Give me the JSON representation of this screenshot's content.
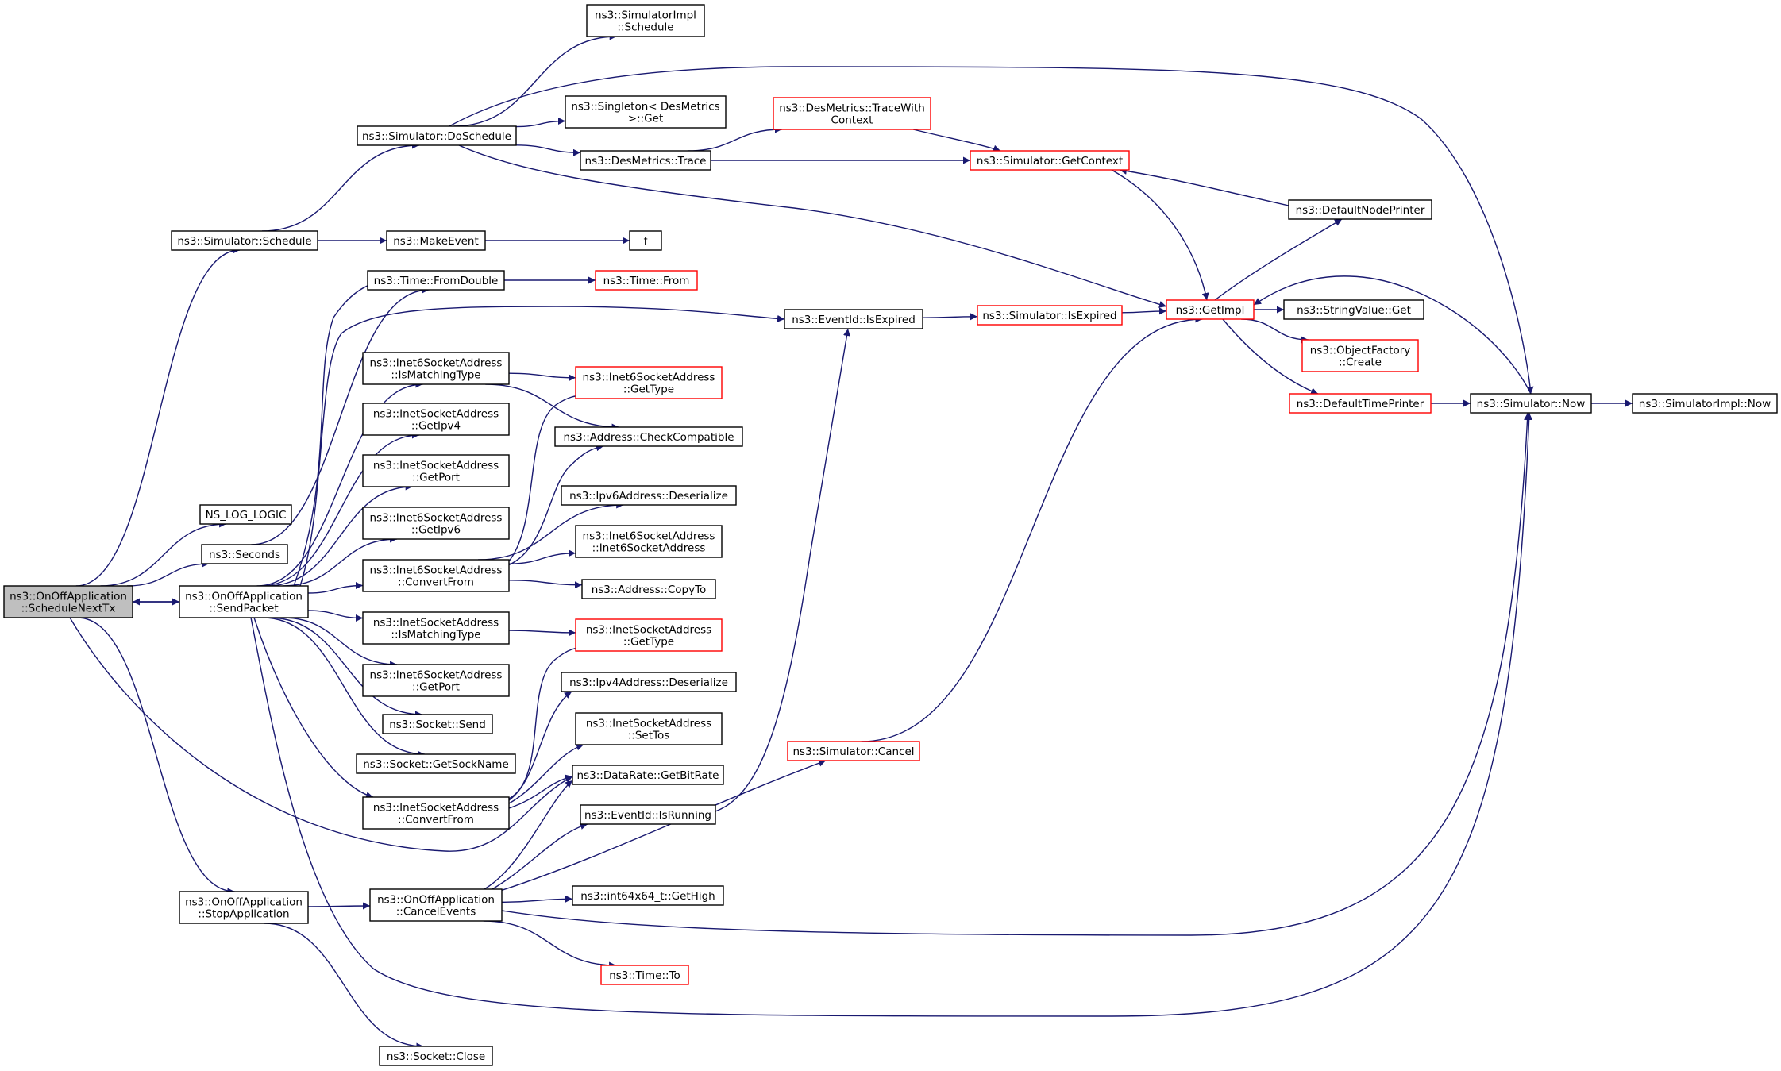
{
  "colors": {
    "edge": "#191970",
    "border": "#000000",
    "border_red": "#ff0000",
    "root_fill": "#bfbfbf",
    "fill": "#ffffff"
  },
  "nodes": [
    {
      "id": "scheduleNextTx",
      "lines": [
        "ns3::OnOffApplication",
        "::ScheduleNextTx"
      ],
      "style": "root"
    },
    {
      "id": "simSchedule",
      "lines": [
        "ns3::Simulator::Schedule"
      ],
      "style": "normal"
    },
    {
      "id": "nsLogLogic",
      "lines": [
        "NS_LOG_LOGIC"
      ],
      "style": "normal"
    },
    {
      "id": "seconds",
      "lines": [
        "ns3::Seconds"
      ],
      "style": "normal"
    },
    {
      "id": "sendPacket",
      "lines": [
        "ns3::OnOffApplication",
        "::SendPacket"
      ],
      "style": "normal"
    },
    {
      "id": "stopApp",
      "lines": [
        "ns3::OnOffApplication",
        "::StopApplication"
      ],
      "style": "normal"
    },
    {
      "id": "doSchedule",
      "lines": [
        "ns3::Simulator::DoSchedule"
      ],
      "style": "normal"
    },
    {
      "id": "makeEvent",
      "lines": [
        "ns3::MakeEvent"
      ],
      "style": "normal"
    },
    {
      "id": "timeFromDouble",
      "lines": [
        "ns3::Time::FromDouble"
      ],
      "style": "normal"
    },
    {
      "id": "i6IsMatching",
      "lines": [
        "ns3::Inet6SocketAddress",
        "::IsMatchingType"
      ],
      "style": "normal"
    },
    {
      "id": "iGetIpv4",
      "lines": [
        "ns3::InetSocketAddress",
        "::GetIpv4"
      ],
      "style": "normal"
    },
    {
      "id": "iGetPort",
      "lines": [
        "ns3::InetSocketAddress",
        "::GetPort"
      ],
      "style": "normal"
    },
    {
      "id": "i6GetIpv6",
      "lines": [
        "ns3::Inet6SocketAddress",
        "::GetIpv6"
      ],
      "style": "normal"
    },
    {
      "id": "i6ConvertFrom",
      "lines": [
        "ns3::Inet6SocketAddress",
        "::ConvertFrom"
      ],
      "style": "normal"
    },
    {
      "id": "iIsMatching",
      "lines": [
        "ns3::InetSocketAddress",
        "::IsMatchingType"
      ],
      "style": "normal"
    },
    {
      "id": "i6GetPort",
      "lines": [
        "ns3::Inet6SocketAddress",
        "::GetPort"
      ],
      "style": "normal"
    },
    {
      "id": "socketSend",
      "lines": [
        "ns3::Socket::Send"
      ],
      "style": "normal"
    },
    {
      "id": "getSockName",
      "lines": [
        "ns3::Socket::GetSockName"
      ],
      "style": "normal"
    },
    {
      "id": "iConvertFrom",
      "lines": [
        "ns3::InetSocketAddress",
        "::ConvertFrom"
      ],
      "style": "normal"
    },
    {
      "id": "cancelEvents",
      "lines": [
        "ns3::OnOffApplication",
        "::CancelEvents"
      ],
      "style": "normal"
    },
    {
      "id": "socketClose",
      "lines": [
        "ns3::Socket::Close"
      ],
      "style": "normal"
    },
    {
      "id": "simImplSchedule",
      "lines": [
        "ns3::SimulatorImpl",
        "::Schedule"
      ],
      "style": "normal"
    },
    {
      "id": "singletonGet",
      "lines": [
        "ns3::Singleton< DesMetrics",
        ">::Get"
      ],
      "style": "normal"
    },
    {
      "id": "desTrace",
      "lines": [
        "ns3::DesMetrics::Trace"
      ],
      "style": "normal"
    },
    {
      "id": "f",
      "lines": [
        "f"
      ],
      "style": "normal"
    },
    {
      "id": "timeFrom",
      "lines": [
        "ns3::Time::From"
      ],
      "style": "red"
    },
    {
      "id": "eventIsExpired",
      "lines": [
        "ns3::EventId::IsExpired"
      ],
      "style": "normal"
    },
    {
      "id": "i6GetType",
      "lines": [
        "ns3::Inet6SocketAddress",
        "::GetType"
      ],
      "style": "red"
    },
    {
      "id": "checkCompatible",
      "lines": [
        "ns3::Address::CheckCompatible"
      ],
      "style": "normal"
    },
    {
      "id": "ipv6Deserialize",
      "lines": [
        "ns3::Ipv6Address::Deserialize"
      ],
      "style": "normal"
    },
    {
      "id": "i6Ctor",
      "lines": [
        "ns3::Inet6SocketAddress",
        "::Inet6SocketAddress"
      ],
      "style": "normal"
    },
    {
      "id": "copyTo",
      "lines": [
        "ns3::Address::CopyTo"
      ],
      "style": "normal"
    },
    {
      "id": "iGetType",
      "lines": [
        "ns3::InetSocketAddress",
        "::GetType"
      ],
      "style": "red"
    },
    {
      "id": "ipv4Deserialize",
      "lines": [
        "ns3::Ipv4Address::Deserialize"
      ],
      "style": "normal"
    },
    {
      "id": "iSetTos",
      "lines": [
        "ns3::InetSocketAddress",
        "::SetTos"
      ],
      "style": "normal"
    },
    {
      "id": "getBitRate",
      "lines": [
        "ns3::DataRate::GetBitRate"
      ],
      "style": "normal"
    },
    {
      "id": "eventIsRunning",
      "lines": [
        "ns3::EventId::IsRunning"
      ],
      "style": "normal"
    },
    {
      "id": "getHigh",
      "lines": [
        "ns3::int64x64_t::GetHigh"
      ],
      "style": "normal"
    },
    {
      "id": "timeTo",
      "lines": [
        "ns3::Time::To"
      ],
      "style": "red"
    },
    {
      "id": "traceWithContext",
      "lines": [
        "ns3::DesMetrics::TraceWith",
        "Context"
      ],
      "style": "red"
    },
    {
      "id": "getContext",
      "lines": [
        "ns3::Simulator::GetContext"
      ],
      "style": "red"
    },
    {
      "id": "simIsExpired",
      "lines": [
        "ns3::Simulator::IsExpired"
      ],
      "style": "red"
    },
    {
      "id": "simCancel",
      "lines": [
        "ns3::Simulator::Cancel"
      ],
      "style": "red"
    },
    {
      "id": "getImpl",
      "lines": [
        "ns3::GetImpl"
      ],
      "style": "red"
    },
    {
      "id": "defaultNodePrinter",
      "lines": [
        "ns3::DefaultNodePrinter"
      ],
      "style": "normal"
    },
    {
      "id": "stringValueGet",
      "lines": [
        "ns3::StringValue::Get"
      ],
      "style": "normal"
    },
    {
      "id": "objectFactoryCreate",
      "lines": [
        "ns3::ObjectFactory",
        "::Create"
      ],
      "style": "red"
    },
    {
      "id": "defaultTimePrinter",
      "lines": [
        "ns3::DefaultTimePrinter"
      ],
      "style": "red"
    },
    {
      "id": "simNow",
      "lines": [
        "ns3::Simulator::Now"
      ],
      "style": "normal"
    },
    {
      "id": "simImplNow",
      "lines": [
        "ns3::SimulatorImpl::Now"
      ],
      "style": "normal"
    }
  ],
  "edges": [
    [
      "scheduleNextTx",
      "simSchedule"
    ],
    [
      "scheduleNextTx",
      "nsLogLogic"
    ],
    [
      "scheduleNextTx",
      "seconds"
    ],
    [
      "scheduleNextTx",
      "sendPacket"
    ],
    [
      "sendPacket",
      "scheduleNextTx"
    ],
    [
      "scheduleNextTx",
      "stopApp"
    ],
    [
      "scheduleNextTx",
      "getBitRate"
    ],
    [
      "simSchedule",
      "doSchedule"
    ],
    [
      "simSchedule",
      "makeEvent"
    ],
    [
      "doSchedule",
      "simImplSchedule"
    ],
    [
      "doSchedule",
      "singletonGet"
    ],
    [
      "doSchedule",
      "desTrace"
    ],
    [
      "doSchedule",
      "getImpl"
    ],
    [
      "doSchedule",
      "simNow"
    ],
    [
      "makeEvent",
      "f"
    ],
    [
      "seconds",
      "timeFromDouble"
    ],
    [
      "timeFromDouble",
      "timeFrom"
    ],
    [
      "sendPacket",
      "timeFromDouble"
    ],
    [
      "sendPacket",
      "eventIsExpired"
    ],
    [
      "sendPacket",
      "i6IsMatching"
    ],
    [
      "sendPacket",
      "iGetIpv4"
    ],
    [
      "sendPacket",
      "iGetPort"
    ],
    [
      "sendPacket",
      "i6GetIpv6"
    ],
    [
      "sendPacket",
      "i6ConvertFrom"
    ],
    [
      "sendPacket",
      "iIsMatching"
    ],
    [
      "sendPacket",
      "i6GetPort"
    ],
    [
      "sendPacket",
      "socketSend"
    ],
    [
      "sendPacket",
      "getSockName"
    ],
    [
      "sendPacket",
      "iConvertFrom"
    ],
    [
      "sendPacket",
      "simNow"
    ],
    [
      "i6IsMatching",
      "i6GetType"
    ],
    [
      "i6IsMatching",
      "checkCompatible"
    ],
    [
      "i6ConvertFrom",
      "i6GetType"
    ],
    [
      "i6ConvertFrom",
      "checkCompatible"
    ],
    [
      "i6ConvertFrom",
      "ipv6Deserialize"
    ],
    [
      "i6ConvertFrom",
      "i6Ctor"
    ],
    [
      "i6ConvertFrom",
      "copyTo"
    ],
    [
      "iIsMatching",
      "iGetType"
    ],
    [
      "iConvertFrom",
      "iGetType"
    ],
    [
      "iConvertFrom",
      "ipv4Deserialize"
    ],
    [
      "iConvertFrom",
      "iSetTos"
    ],
    [
      "iConvertFrom",
      "getBitRate"
    ],
    [
      "stopApp",
      "cancelEvents"
    ],
    [
      "stopApp",
      "socketClose"
    ],
    [
      "cancelEvents",
      "getBitRate"
    ],
    [
      "cancelEvents",
      "eventIsRunning"
    ],
    [
      "cancelEvents",
      "simCancel"
    ],
    [
      "cancelEvents",
      "getHigh"
    ],
    [
      "cancelEvents",
      "timeTo"
    ],
    [
      "cancelEvents",
      "simNow"
    ],
    [
      "desTrace",
      "traceWithContext"
    ],
    [
      "desTrace",
      "getContext"
    ],
    [
      "traceWithContext",
      "getContext"
    ],
    [
      "eventIsExpired",
      "simIsExpired"
    ],
    [
      "simIsExpired",
      "getImpl"
    ],
    [
      "eventIsRunning",
      "eventIsExpired"
    ],
    [
      "simCancel",
      "getImpl"
    ],
    [
      "getContext",
      "getImpl"
    ],
    [
      "getImpl",
      "defaultNodePrinter"
    ],
    [
      "defaultNodePrinter",
      "getContext"
    ],
    [
      "getImpl",
      "stringValueGet"
    ],
    [
      "getImpl",
      "objectFactoryCreate"
    ],
    [
      "getImpl",
      "defaultTimePrinter"
    ],
    [
      "defaultTimePrinter",
      "simNow"
    ],
    [
      "simNow",
      "getImpl"
    ],
    [
      "simNow",
      "simImplNow"
    ]
  ]
}
